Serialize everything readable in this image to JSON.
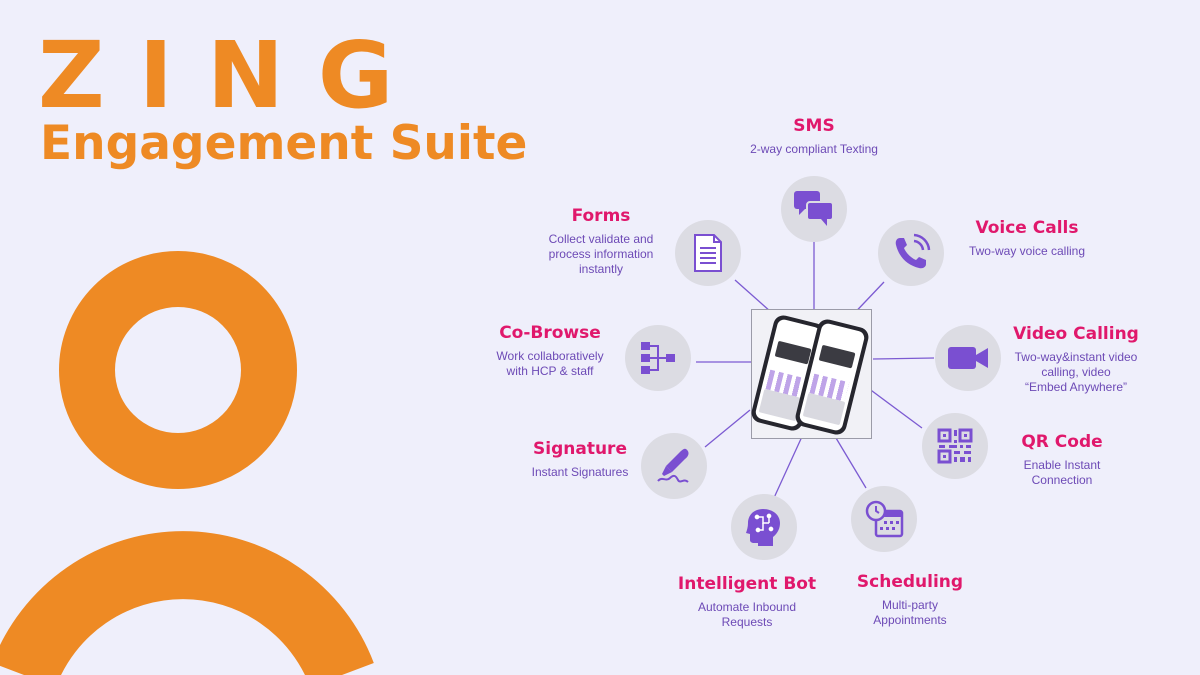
{
  "brand": {
    "title": "ZING",
    "subtitle": "Engagement Suite"
  },
  "colors": {
    "accent": "#ee8a24",
    "title": "#e0186c",
    "text": "#6d4ab6",
    "icon": "#7a4fd1",
    "background": "#efeffb"
  },
  "features": {
    "sms": {
      "title": "SMS",
      "description": "2-way compliant Texting",
      "icon": "chat-bubbles-icon"
    },
    "forms": {
      "title": "Forms",
      "description": "Collect validate and\nprocess information\ninstantly",
      "icon": "document-icon"
    },
    "voice": {
      "title": "Voice Calls",
      "description": "Two-way voice calling",
      "icon": "phone-ringing-icon"
    },
    "cobrowse": {
      "title": "Co-Browse",
      "description": "Work collaboratively\nwith HCP & staff",
      "icon": "flowchart-icon"
    },
    "video": {
      "title": "Video Calling",
      "description": "Two-way&instant video\ncalling, video\n“Embed Anywhere”",
      "icon": "video-camera-icon"
    },
    "signature": {
      "title": "Signature",
      "description": "Instant Signatures",
      "icon": "fountain-pen-icon"
    },
    "qr": {
      "title": "QR Code",
      "description": "Enable Instant\nConnection",
      "icon": "qr-code-icon"
    },
    "bot": {
      "title": "Intelligent Bot",
      "description": "Automate Inbound\nRequests",
      "icon": "ai-head-icon"
    },
    "scheduling": {
      "title": "Scheduling",
      "description": "Multi-party\nAppointments",
      "icon": "calendar-clock-icon"
    }
  }
}
